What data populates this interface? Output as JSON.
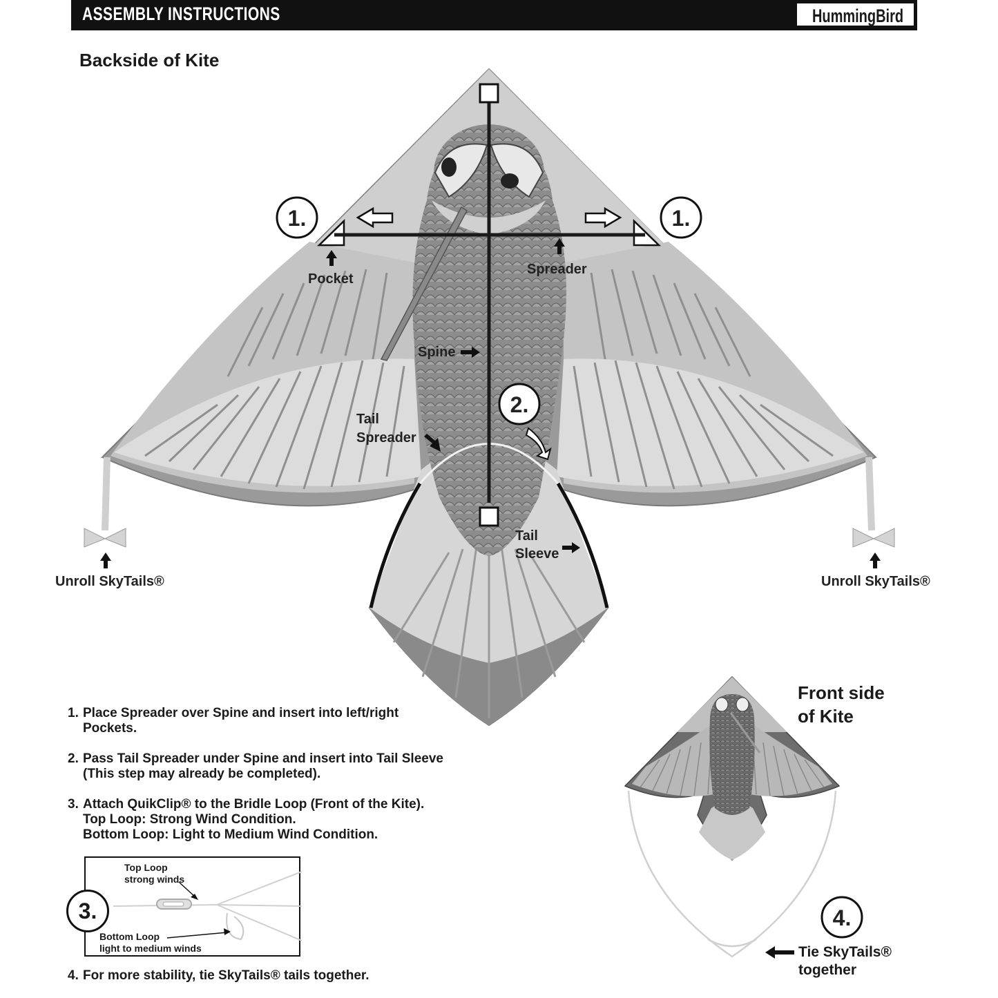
{
  "header": {
    "title": "ASSEMBLY INSTRUCTIONS",
    "product": "HummingBird"
  },
  "backside": {
    "title": "Backside of Kite",
    "markers": {
      "one_left": "1.",
      "one_right": "1.",
      "two": "2.",
      "three": "3.",
      "four": "4."
    },
    "labels": {
      "pocket": "Pocket",
      "spreader": "Spreader",
      "spine": "Spine",
      "tail_spreader_1": "Tail",
      "tail_spreader_2": "Spreader",
      "tail_sleeve_1": "Tail",
      "tail_sleeve_2": "Sleeve",
      "unroll_left": "Unroll SkyTails®",
      "unroll_right": "Unroll SkyTails®"
    }
  },
  "front": {
    "title_1": "Front side",
    "title_2": "of Kite",
    "tie_1": "Tie SkyTails®",
    "tie_2": "together"
  },
  "steps": {
    "s1_num": "1.",
    "s1_l1": "Place Spreader over Spine and insert into left/right",
    "s1_l2": "Pockets.",
    "s2_num": "2.",
    "s2_l1": "Pass Tail Spreader under Spine and insert into Tail Sleeve",
    "s2_l2": "(This step may already be completed).",
    "s3_num": "3.",
    "s3_l1": "Attach QuikClip® to the Bridle Loop (Front of the Kite).",
    "s3_l2": "Top Loop: Strong Wind Condition.",
    "s3_l3": "Bottom Loop: Light to Medium Wind Condition.",
    "s4_num": "4.",
    "s4_l1": "For more stability, tie SkyTails® tails together."
  },
  "clip_diagram": {
    "top_1": "Top Loop",
    "top_2": "strong winds",
    "bottom_1": "Bottom Loop",
    "bottom_2": "light to medium winds"
  },
  "icons": [
    "arrow-left-icon",
    "arrow-right-icon",
    "arrow-up-icon",
    "arrow-down-icon",
    "quikclip-icon",
    "bow-icon"
  ],
  "colors": {
    "header_bg": "#111111",
    "kite_light": "#d8d8d8",
    "kite_mid": "#a8a8a8",
    "kite_dark": "#6e6e6e",
    "rod": "#1a1a1a"
  }
}
